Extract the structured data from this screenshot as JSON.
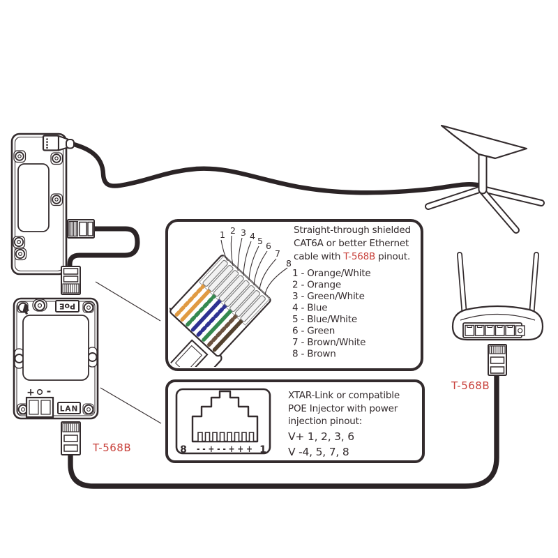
{
  "colors": {
    "ink": "#332b2d",
    "red": "#c8403a",
    "wire_orange": "#e09a42",
    "wire_blue": "#2e3192",
    "wire_green": "#35894f",
    "wire_brown": "#53422f",
    "wire_brown_white": "#6b523f",
    "metal": "#7c7c7c"
  },
  "callout_cable": {
    "title_line1": "Straight-through shielded",
    "title_line2": "CAT6A or better Ethernet",
    "title_line3_pre": "cable with ",
    "title_line3_standard": "T-568B",
    "title_line3_post": " pinout.",
    "pin_numbers": [
      "1",
      "2",
      "3",
      "4",
      "5",
      "6",
      "7",
      "8"
    ],
    "pin_list": [
      "1 - Orange/White",
      "2 - Orange",
      "3 - Green/White",
      "4 - Blue",
      "5 - Blue/White",
      "6 - Green",
      "7 - Brown/White",
      "8 - Brown"
    ]
  },
  "callout_injector": {
    "line1": "XTAR-Link or compatible",
    "line2": "POE Injector with power",
    "line3": "injection pinout:",
    "v_plus": "V+ 1, 2, 3, 6",
    "v_minus": "V -4, 5, 7, 8",
    "jack_pin8": "8",
    "jack_pin1": "1",
    "jack_polarity": "- - + - - + + +"
  },
  "poe_injector": {
    "poe_port_label": "PoE",
    "lan_port_label": "LAN",
    "plus_mark": "+",
    "minus_mark": "-"
  },
  "wiring_standard_labels": {
    "left": "T-568B",
    "right": "T-568B"
  }
}
